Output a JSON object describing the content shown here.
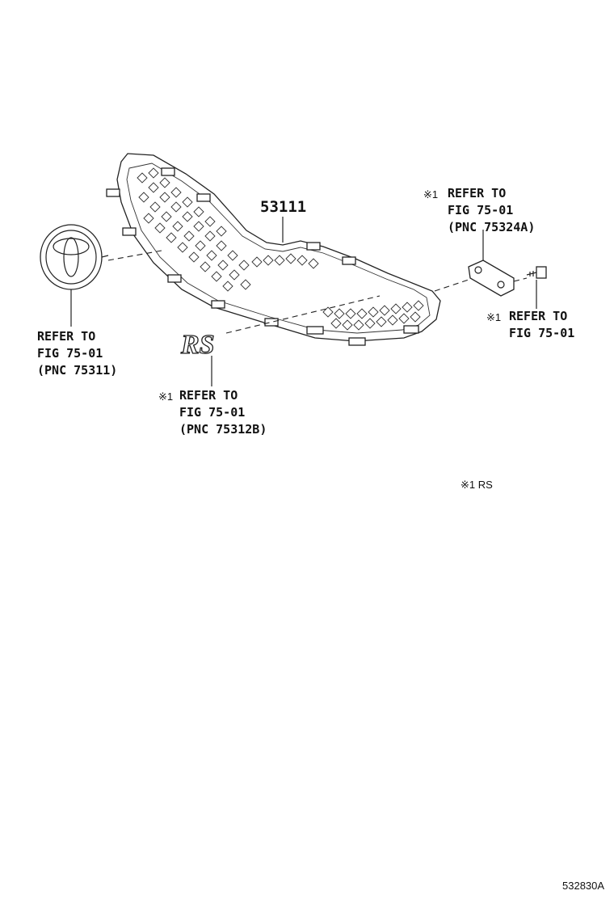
{
  "parts": {
    "grille": {
      "number": "53111"
    },
    "emblem_front": {
      "lines": [
        "REFER TO",
        "FIG 75-01",
        "(PNC 75311)"
      ]
    },
    "rs_emblem": {
      "mark": "※1",
      "lines": [
        "REFER TO",
        "FIG 75-01",
        "(PNC 75312B)"
      ]
    },
    "bracket": {
      "mark": "※1",
      "lines": [
        "REFER TO",
        "FIG 75-01",
        "(PNC 75324A)"
      ]
    },
    "screw": {
      "mark": "※1",
      "lines": [
        "REFER TO",
        "FIG 75-01"
      ]
    }
  },
  "legend": {
    "note": "※1 RS"
  },
  "reference_code": "532830A",
  "badge_text": "RS"
}
